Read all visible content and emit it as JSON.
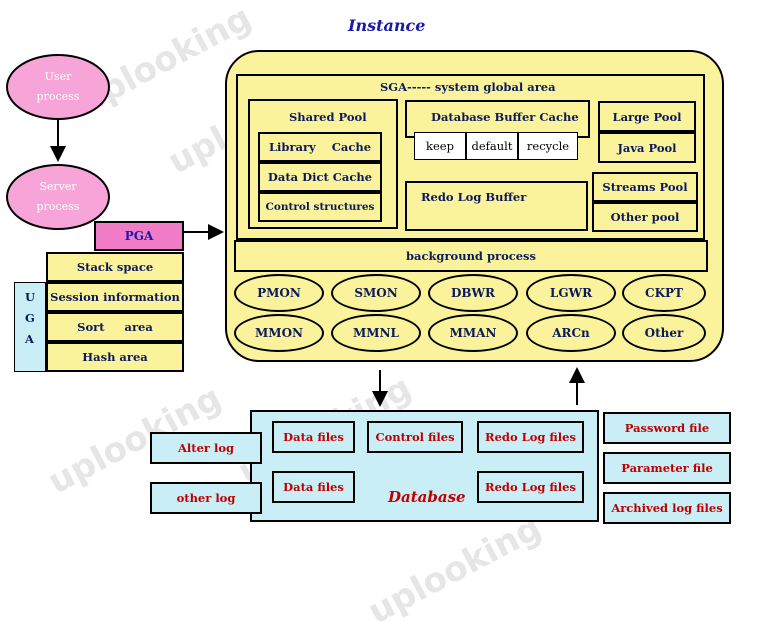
{
  "watermark": "uplooking",
  "instance": {
    "title": "Instance"
  },
  "sga": {
    "title": "SGA----- system global area",
    "shared_pool": {
      "title": "Shared Pool",
      "items": [
        "Library    Cache",
        "Data Dict Cache",
        "Control structures"
      ]
    },
    "buffer_cache": {
      "title": "Database Buffer Cache",
      "items": [
        "keep",
        "default",
        "recycle"
      ]
    },
    "redo_buffer": "Redo Log Buffer",
    "pools": [
      "Large Pool",
      "Java Pool",
      "Streams Pool",
      "Other pool"
    ]
  },
  "background": {
    "title": "background process",
    "row1": [
      "PMON",
      "SMON",
      "DBWR",
      "LGWR",
      "CKPT"
    ],
    "row2": [
      "MMON",
      "MMNL",
      "MMAN",
      "ARCn",
      "Other"
    ]
  },
  "user": {
    "user_process": "User process",
    "server_process": "Server process",
    "pga": "PGA",
    "uga_letters": [
      "U",
      "G",
      "A"
    ],
    "uga_items": [
      "Stack space",
      "Session information",
      "Sort     area",
      "Hash area"
    ]
  },
  "database": {
    "title": "Database",
    "files": [
      "Data files",
      "Control files",
      "Redo Log files",
      "Data files",
      "Redo Log files"
    ],
    "left_files": [
      "Alter log",
      "other log"
    ],
    "right_files": [
      "Password file",
      "Parameter file",
      "Archived log files"
    ]
  },
  "colors": {
    "yellow": "#fbf39c",
    "pink": "#f7a4d8",
    "pga": "#f07cc8",
    "cyan": "#c9eef6",
    "red_text": "#c00000",
    "title_blue": "#1a1aa8"
  }
}
